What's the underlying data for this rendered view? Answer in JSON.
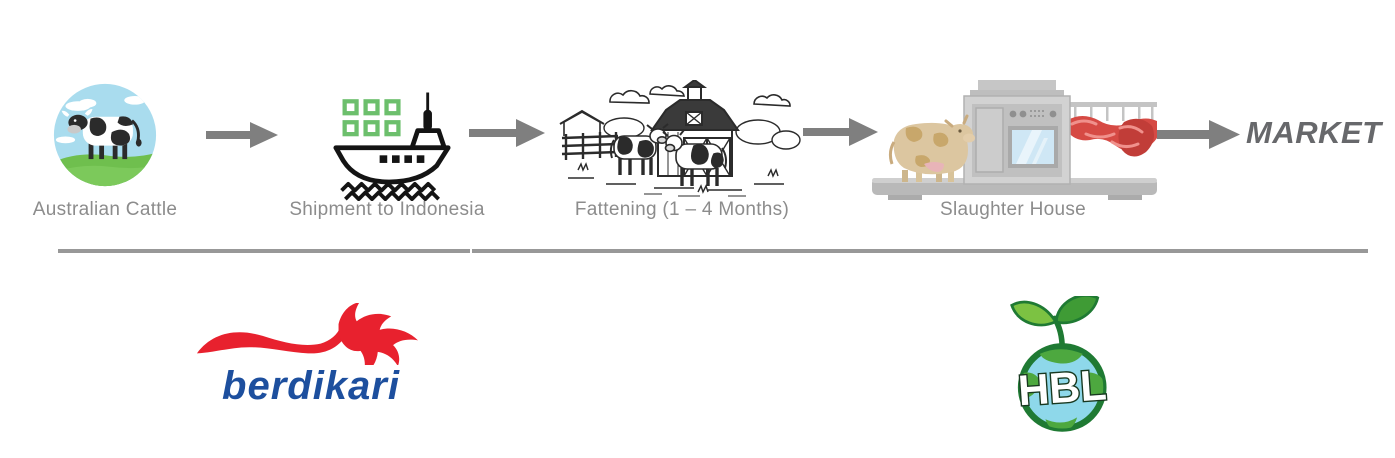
{
  "diagram": {
    "steps": [
      {
        "label": "Australian Cattle",
        "icon": "cattle-circle-icon"
      },
      {
        "label": "Shipment to Indonesia",
        "icon": "cargo-ship-icon"
      },
      {
        "label": "Fattening (1 – 4 Months)",
        "icon": "farm-barn-icon"
      },
      {
        "label": "Slaughter House",
        "icon": "slaughterhouse-icon"
      }
    ],
    "destination": "MARKET"
  },
  "logos": {
    "berdikari": {
      "text": "berdikari"
    },
    "hbl": {
      "text": "HBL"
    }
  },
  "colors": {
    "arrow_gray": "#7f7f7f",
    "label_gray": "#8c8c8c",
    "market_gray": "#67686b",
    "divider_gray": "#989898",
    "ship_container_green": "#6cbf6c",
    "berdikari_red": "#e8212e",
    "berdikari_blue": "#1d4f9e",
    "hbl_ring_green": "#1f7a33",
    "hbl_leaf_green": "#7cc242",
    "hbl_ocean_blue": "#8ed8ea",
    "meat_red": "#d44a44",
    "cow_tan": "#dcc6a0"
  }
}
